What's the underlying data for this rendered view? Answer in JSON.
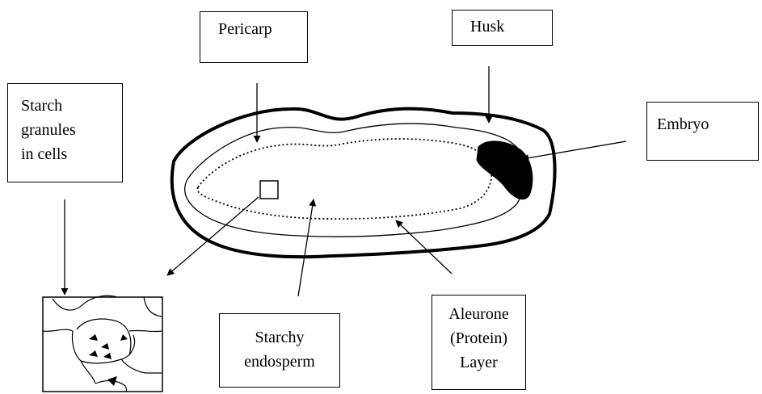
{
  "labels": {
    "pericarp": "Pericarp",
    "husk": "Husk",
    "embryo": "Embryo",
    "starch": [
      "Starch",
      "granules",
      "in cells"
    ],
    "endosperm": [
      "Starchy",
      "endosperm"
    ],
    "aleurone": [
      "Aleurone",
      "(Protein)",
      "Layer"
    ]
  },
  "colors": {
    "stroke": "#000000",
    "background": "#ffffff",
    "embryo_fill": "#000000"
  }
}
